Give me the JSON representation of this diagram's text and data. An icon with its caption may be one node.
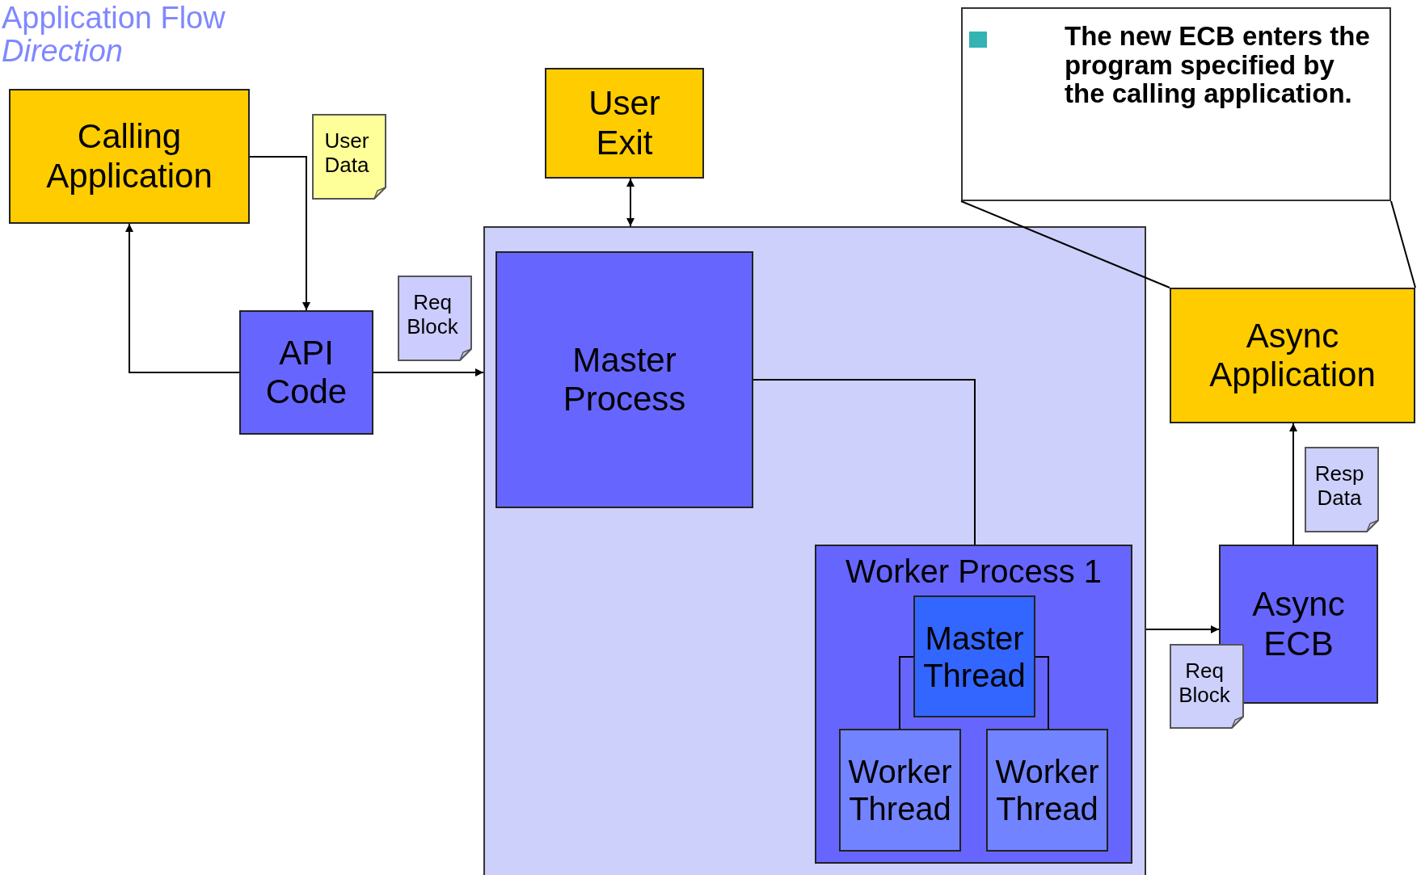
{
  "diagram": {
    "title": "Application Flow *Direction*",
    "nodes": [
      {
        "text": [
          "Calling Application"
        ]
      },
      {
        "text": [
          "User Data"
        ]
      },
      {
        "text": [
          "API Code"
        ]
      },
      {
        "text": [
          "Req Block"
        ]
      },
      {
        "text": [
          "User Exit"
        ]
      },
      {
        "text": [],
        "shape": "box"
      },
      {
        "text": [
          "Master Process"
        ],
        "in": 5
      },
      {
        "text": [
          "Worker Process 1"
        ],
        "in": 5
      },
      {
        "text": [
          "Master Thread"
        ],
        "in": 7
      },
      {
        "text": [
          "Worker Thread"
        ],
        "in": 7
      },
      {
        "text": [
          "Worker Thread"
        ],
        "in": 7
      },
      {
        "text": [
          "Async Application"
        ]
      },
      {
        "text": [
          "Resp Data"
        ]
      },
      {
        "text": [
          "Async ECB"
        ]
      },
      {
        "text": [
          "Req Block"
        ]
      },
      {
        "text": [
          "The new ECB enters the program specified by the calling application."
        ]
      }
    ],
    "edges": [
      {
        "from": 0,
        "to": 2,
        "arrow": "to"
      },
      {
        "from": 2,
        "to": 0,
        "arrow": "to"
      },
      {
        "from": 2,
        "to": 5,
        "arrow": "to"
      },
      {
        "from": 4,
        "to": 5,
        "arrow": "both"
      },
      {
        "from": 6,
        "to": 7,
        "arrow": "none"
      },
      {
        "from": 8,
        "to": 9,
        "arrow": "none"
      },
      {
        "from": 8,
        "to": 10,
        "arrow": "none"
      },
      {
        "from": 5,
        "to": 13,
        "arrow": "to"
      },
      {
        "from": 13,
        "to": 11,
        "arrow": "to"
      },
      {
        "from": 15,
        "to": 11,
        "arrow": "none"
      }
    ]
  }
}
